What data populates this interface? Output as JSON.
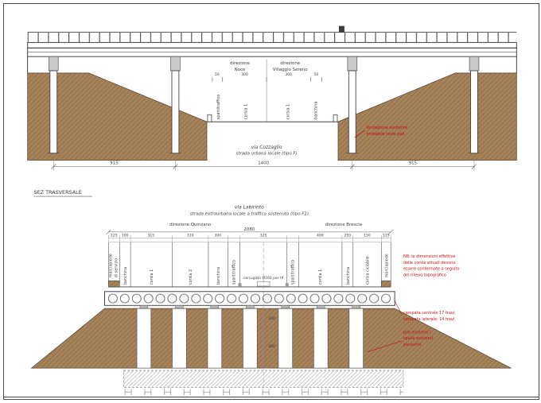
{
  "colors": {
    "terrain_brown": "#a6835b",
    "terrain_hatch": "#86663f",
    "line_dark": "#444444",
    "annotation_red": "#cc1111",
    "bearing_gray": "#c9c9c9"
  },
  "top_section": {
    "section_label": "SEZ TRASVERSALE",
    "direction_left": {
      "line1": "direzione",
      "line2": "Noce"
    },
    "direction_right": {
      "line1": "direzione",
      "line2": "Villaggio Sereno"
    },
    "lane_dims": [
      "50",
      "300",
      "300",
      "50"
    ],
    "lanes": [
      "spartitraffico",
      "corsia 1",
      "corsia 1",
      "banchina"
    ],
    "road_name": "via Cozzaglio",
    "road_class": "strada urbana locale (tipo F)",
    "span_dims": [
      "915",
      "1400",
      "915"
    ],
    "foundation_note": {
      "line1": "fondazione esistente",
      "line2": "probabile teste pali"
    }
  },
  "bottom_section": {
    "road_name": "via Labirinto",
    "road_class": "strada extraurbana locale a traffico sostenuto (tipo F1)",
    "direction_left": "direzione Quinzano",
    "direction_right": "direzione Brescia",
    "total_width": "2080",
    "segment_dims": [
      "125",
      "100",
      "315",
      "310",
      "300",
      "325",
      "400",
      "250",
      "150",
      "125"
    ],
    "lanes": [
      "marciapiede",
      "di servizio",
      "banchina",
      "corsia 1",
      "corsia 2",
      "banchina",
      "spartitraffico",
      "spartitraffico",
      "corsia 1",
      "banchina",
      "corsia ciclabile",
      "marciapiede"
    ],
    "duct_note": "corrugato Ø160 per IP",
    "vertical_dims": [
      "160",
      "300"
    ],
    "nb_note": [
      "NB: le dimensioni effettive",
      "delle corsie attuali devono",
      "essere confermate a seguito",
      "del rilievo topografico"
    ],
    "span_note": [
      "campata centrale 17 travi",
      "campata laterale: 14 travi"
    ],
    "pier_note": [
      "pile esistenti /",
      "spalle esistenti",
      "passante"
    ]
  }
}
